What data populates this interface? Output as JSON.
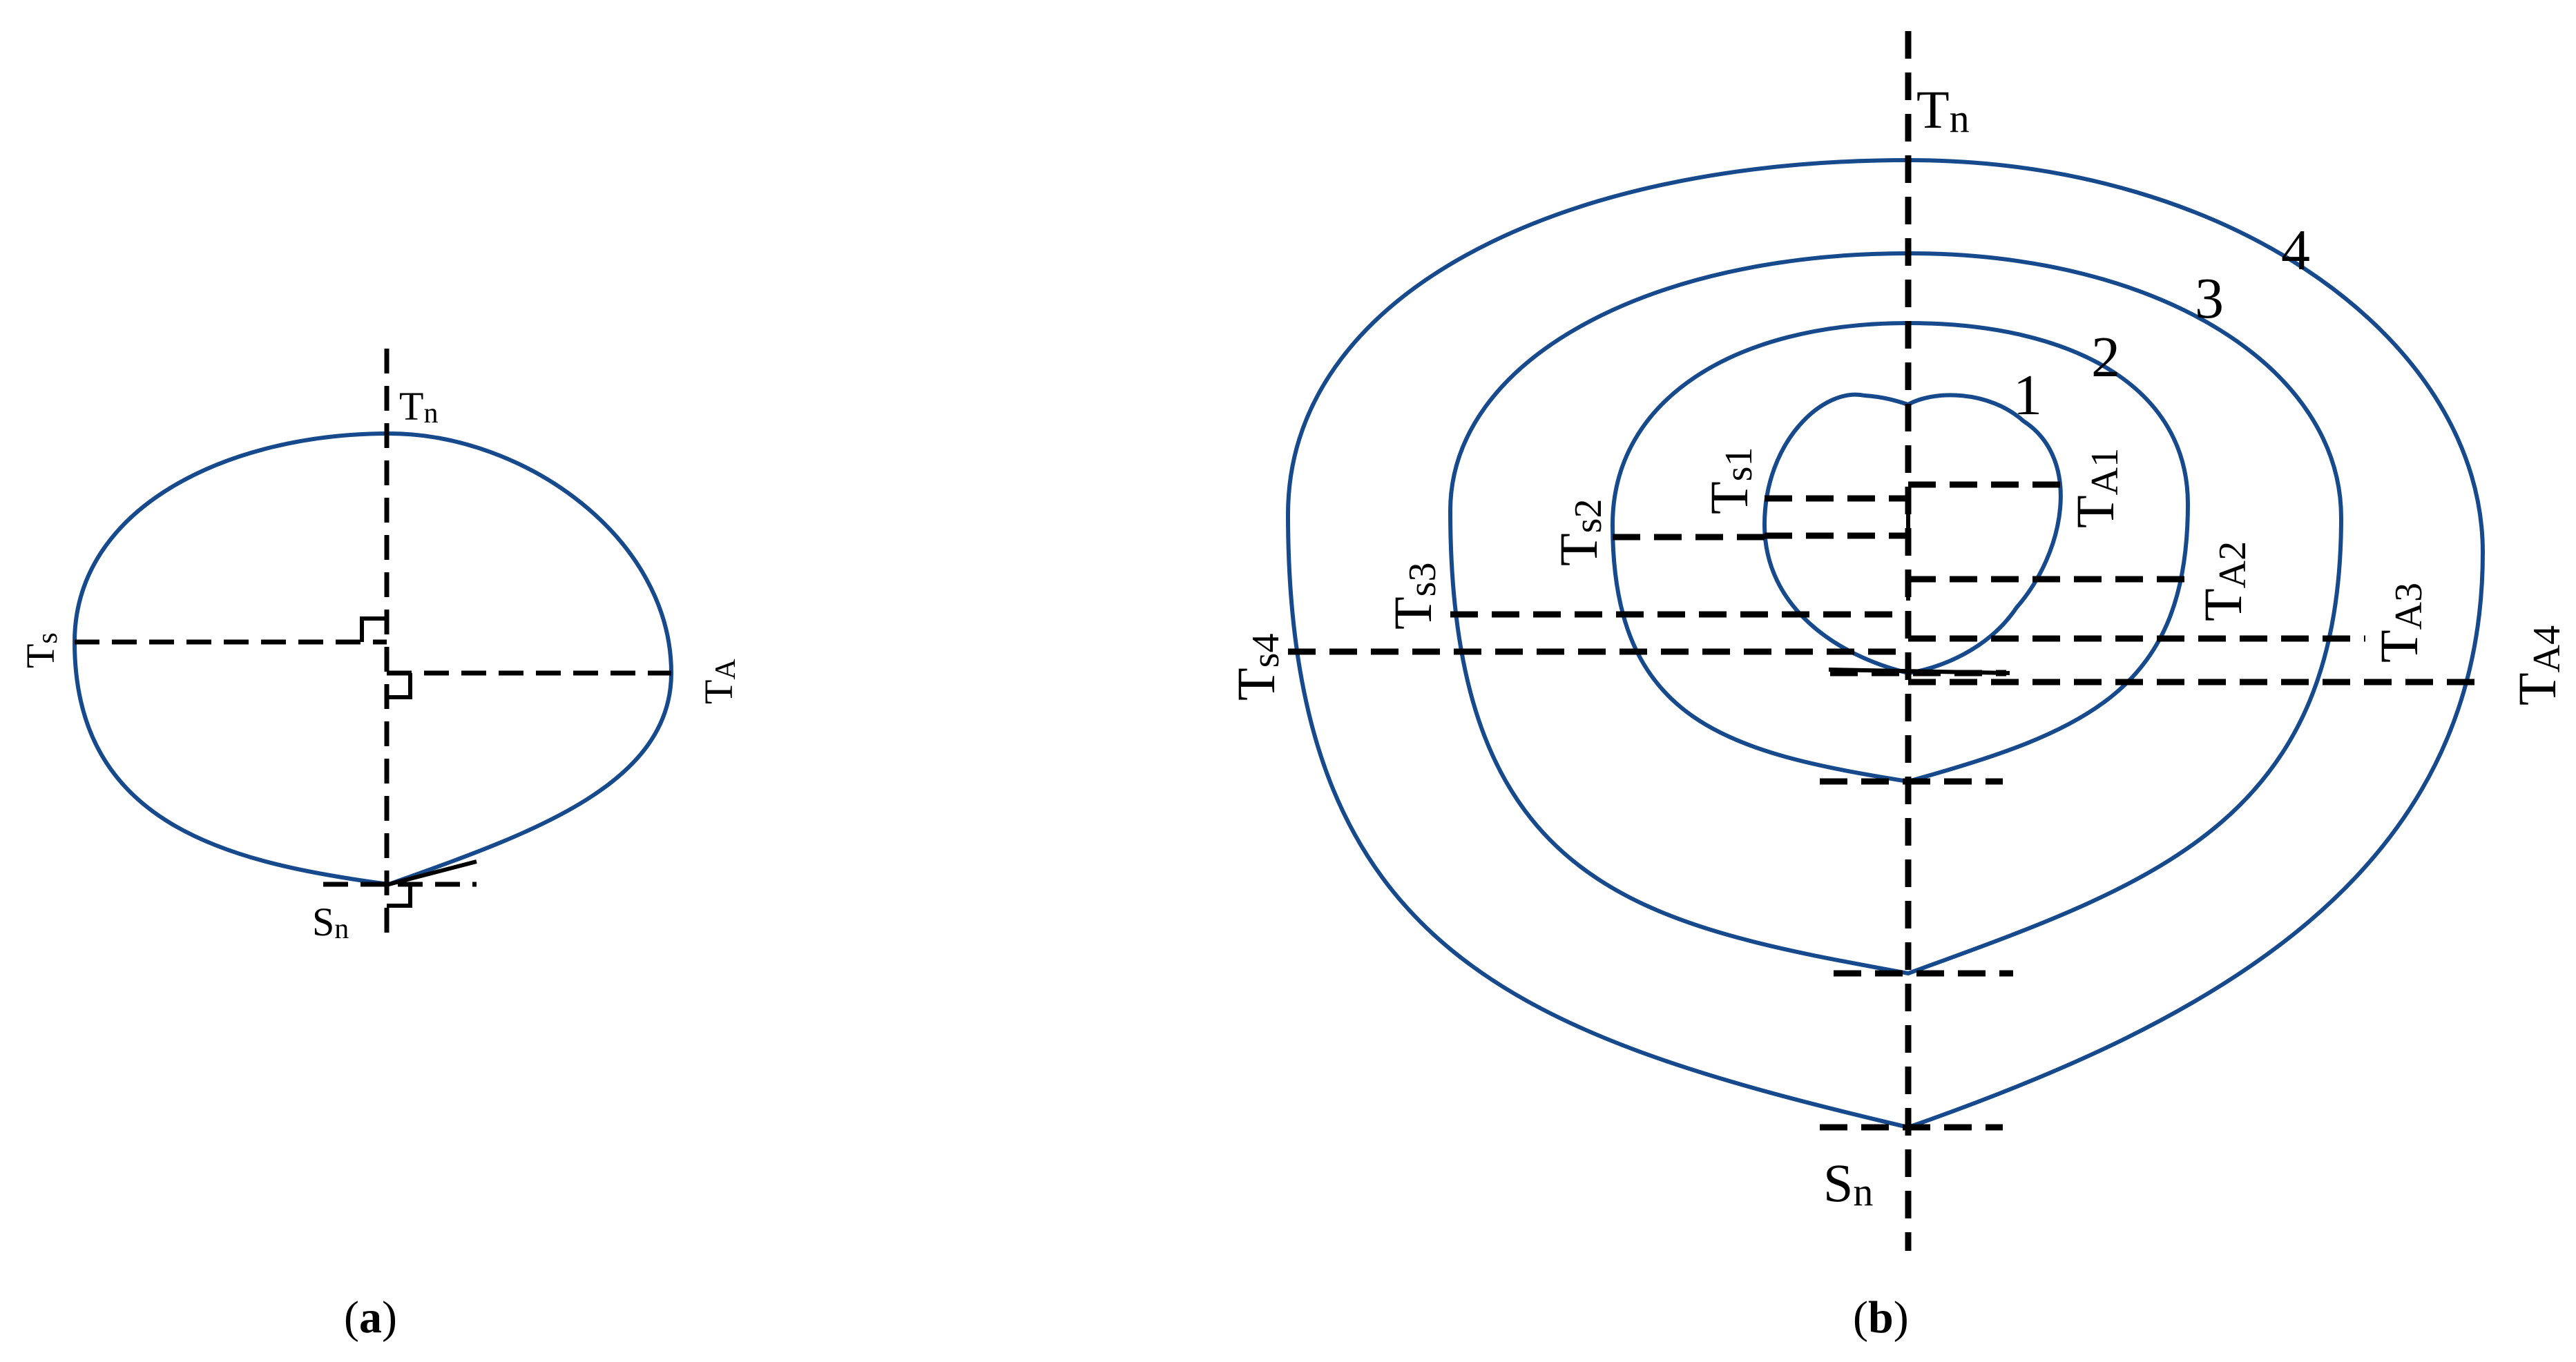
{
  "colors": {
    "curve": "#174a8c",
    "lines": "#000000",
    "background": "#ffffff"
  },
  "panel_a": {
    "caption_open": "(",
    "caption_letter": "a",
    "caption_close": ")",
    "top_label": {
      "main": "T",
      "sub": "n"
    },
    "bottom_label": {
      "main": "S",
      "sub": "n"
    },
    "left_label": {
      "main": "T",
      "sub": "s"
    },
    "right_label": {
      "main": "T",
      "sub": "A"
    }
  },
  "panel_b": {
    "caption_open": "(",
    "caption_letter": "b",
    "caption_close": ")",
    "top_label": {
      "main": "T",
      "sub": "n"
    },
    "bottom_label": {
      "main": "S",
      "sub": "n"
    },
    "curve_numbers": [
      "1",
      "2",
      "3",
      "4"
    ],
    "left_labels": [
      {
        "main": "T",
        "sub": "s1"
      },
      {
        "main": "T",
        "sub": "s2"
      },
      {
        "main": "T",
        "sub": "s3"
      },
      {
        "main": "T",
        "sub": "s4"
      }
    ],
    "right_labels": [
      {
        "main": "T",
        "sub": "A1"
      },
      {
        "main": "T",
        "sub": "A2"
      },
      {
        "main": "T",
        "sub": "A3"
      },
      {
        "main": "T",
        "sub": "A4"
      }
    ]
  }
}
